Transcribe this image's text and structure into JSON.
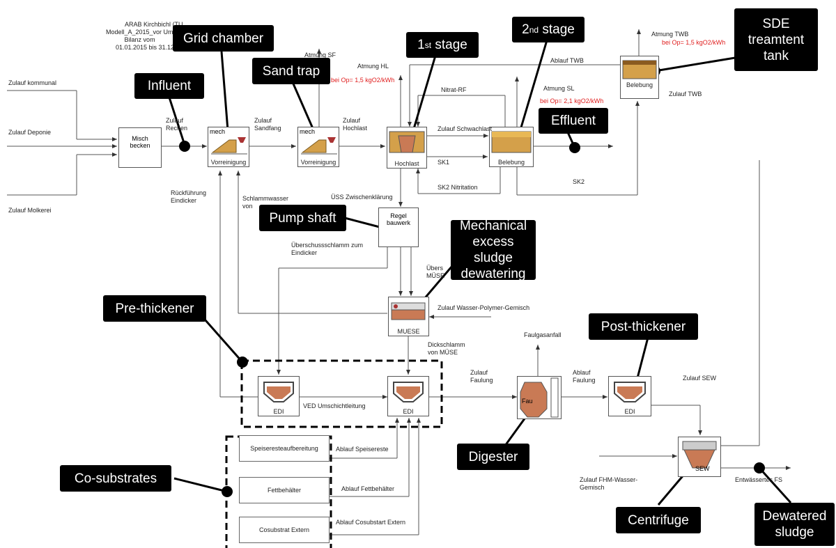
{
  "header": {
    "line1": "ARAB Kirchbichl (TU",
    "line2": "Modell_A_2015_vor Umstel",
    "line3": "Bilanz vom",
    "line4": "01.01.2015 bis 31.12.20"
  },
  "inputs": {
    "kommunal": "Zulauf kommunal",
    "deponie": "Zulauf Deponie",
    "molkerei": "Zulauf Molkerei"
  },
  "units": {
    "misch": "Misch becken",
    "vorreinigung1": "Vorreinigung",
    "vorreinigung2": "Vorreinigung",
    "vorreinigung1_tag": "mech",
    "vorreinigung2_tag": "mech",
    "hochlast": "Hochlast",
    "belebung": "Belebung",
    "belebung_twb": "Belebung",
    "regel": "Regel bauwerk",
    "muese": "MUESE",
    "edi1": "EDI",
    "edi2": "EDI",
    "edi3": "EDI",
    "faul": "Fau",
    "sew": "SEW"
  },
  "flow_labels": {
    "zulauf_rechen": "Zulauf Rechen",
    "zulauf_sandfang": "Zulauf Sandfang",
    "zulauf_hochlast": "Zulauf Hochlast",
    "atmung_sf": "Atmung SF",
    "atmung_hl": "Atmung HL",
    "op_hl": "bei Op= 1,5 kgO2/kWh",
    "nitrat_rf": "Nitrat-RF",
    "atmung_sl": "Atmung SL",
    "op_sl": "bei Op= 2,1 kgO2/kWh",
    "zulauf_schwachlast": "Zulauf Schwachlast",
    "sk1": "SK1",
    "sk2_nitritation": "SK2 Nitritation",
    "sk2": "SK2",
    "ablauf_twb": "Ablauf TWB",
    "atmung_twb": "Atmung TWB",
    "op_twb": "bei Op= 1,5 kgO2/kWh",
    "zulauf_twb": "Zulauf TWB",
    "rueckfuehrung": "Rückführung Eindicker",
    "schlammwasser": "Schlammwasser von",
    "uess": "ÜSS Zwischenklärung",
    "ueberschuss": "Überschussschlamm zum Eindicker",
    "uebers_muese": "Übers MÜSE",
    "zulauf_polymer": "Zulauf Wasser-Polymer-Gemisch",
    "dickschlamm": "Dickschlamm von MÜSE",
    "ved": "VED Umschichtleitung",
    "zulauf_faulung": "Zulauf Faulung",
    "faulgas": "Faulgasanfall",
    "ablauf_faulung": "Ablauf Faulung",
    "zulauf_sew": "Zulauf SEW",
    "zulauf_fhm": "Zulauf FHM-Wasser- Gemisch",
    "entwaessert": "Entwässertes FS",
    "ablauf_speisereste": "Ablauf Speisereste",
    "ablauf_fett": "Ablauf Fettbehälter",
    "ablauf_cosub": "Ablauf Cosubstart Extern"
  },
  "cosubstrates": {
    "speise": "Speiseresteaufbereitung",
    "fett": "Fettbehälter",
    "cosub": "Cosubstrat Extern"
  },
  "callouts": {
    "influent": "Influent",
    "grid": "Grid chamber",
    "sand": "Sand trap",
    "stage1_num": "1",
    "stage1_sup": "st",
    "stage1_txt": " stage",
    "stage2_num": "2",
    "stage2_sup": "nd",
    "stage2_txt": " stage",
    "effluent": "Effluent",
    "sde": "SDE treamtent tank",
    "pump": "Pump shaft",
    "mech": "Mechanical excess sludge dewatering",
    "prethick": "Pre-thickener",
    "postthick": "Post-thickener",
    "digester": "Digester",
    "cosub": "Co-substrates",
    "centrifuge": "Centrifuge",
    "dewatered": "Dewatered sludge"
  },
  "colors": {
    "callout_bg": "#000000",
    "sludge": "#c97a55",
    "sand_fill": "#d4a04a",
    "red_text": "#e02020"
  }
}
